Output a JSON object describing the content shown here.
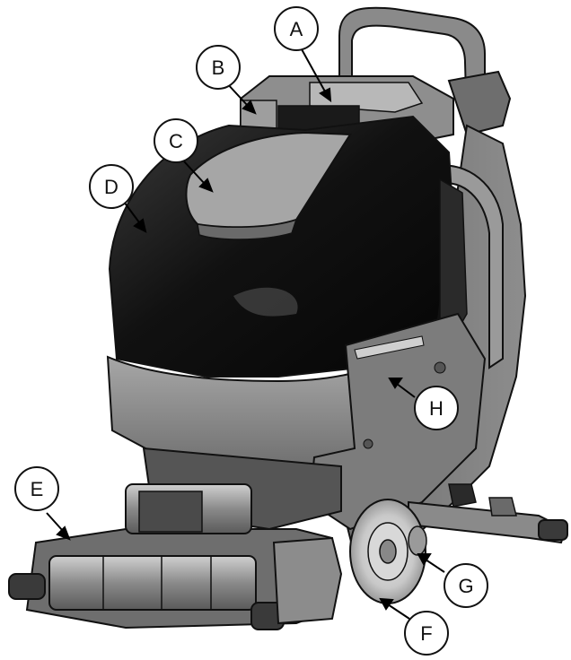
{
  "callouts": [
    {
      "id": "A",
      "label": "A"
    },
    {
      "id": "B",
      "label": "B"
    },
    {
      "id": "C",
      "label": "C"
    },
    {
      "id": "D",
      "label": "D"
    },
    {
      "id": "E",
      "label": "E"
    },
    {
      "id": "F",
      "label": "F"
    },
    {
      "id": "G",
      "label": "G"
    },
    {
      "id": "H",
      "label": "H"
    }
  ],
  "colors": {
    "body_dark": "#1c1c1c",
    "body_gray": "#7a7a7a",
    "body_light": "#b4b4b4",
    "outline": "#111111",
    "background": "#ffffff"
  }
}
